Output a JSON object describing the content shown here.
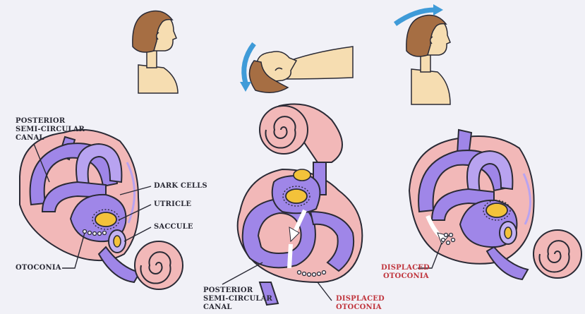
{
  "labels": {
    "posterior_canal_left": [
      "POSTERIOR",
      "SEMI-CIRCULAR",
      "CANAL"
    ],
    "dark_cells": "DARK CELLS",
    "utricle": "UTRICLE",
    "saccule": "SACCULE",
    "otoconia": "OTOCONIA",
    "posterior_canal_center": [
      "POSTERIOR",
      "SEMI-CIRCULAR",
      "CANAL"
    ],
    "displaced_otoconia_center": [
      "DISPLACED",
      "OTOCONIA"
    ],
    "displaced_otoconia_right": [
      "DISPLACED",
      "OTOCONIA"
    ]
  },
  "colors": {
    "background": "#f1f1f7",
    "canal_purple": "#9f86e8",
    "canal_light": "#c3b2f3",
    "outline": "#2a2a35",
    "membrane_pink": "#f2b8b8",
    "skin": "#f6ddb1",
    "hair": "#a66e43",
    "arrow_blue": "#3f9bd8",
    "otolith_yellow": "#f3c23a",
    "highlight_red": "#c0353d"
  },
  "icons": [
    "head-upright-icon",
    "head-lying-back-icon",
    "head-returned-upright-icon",
    "rotation-arrow-icon"
  ]
}
